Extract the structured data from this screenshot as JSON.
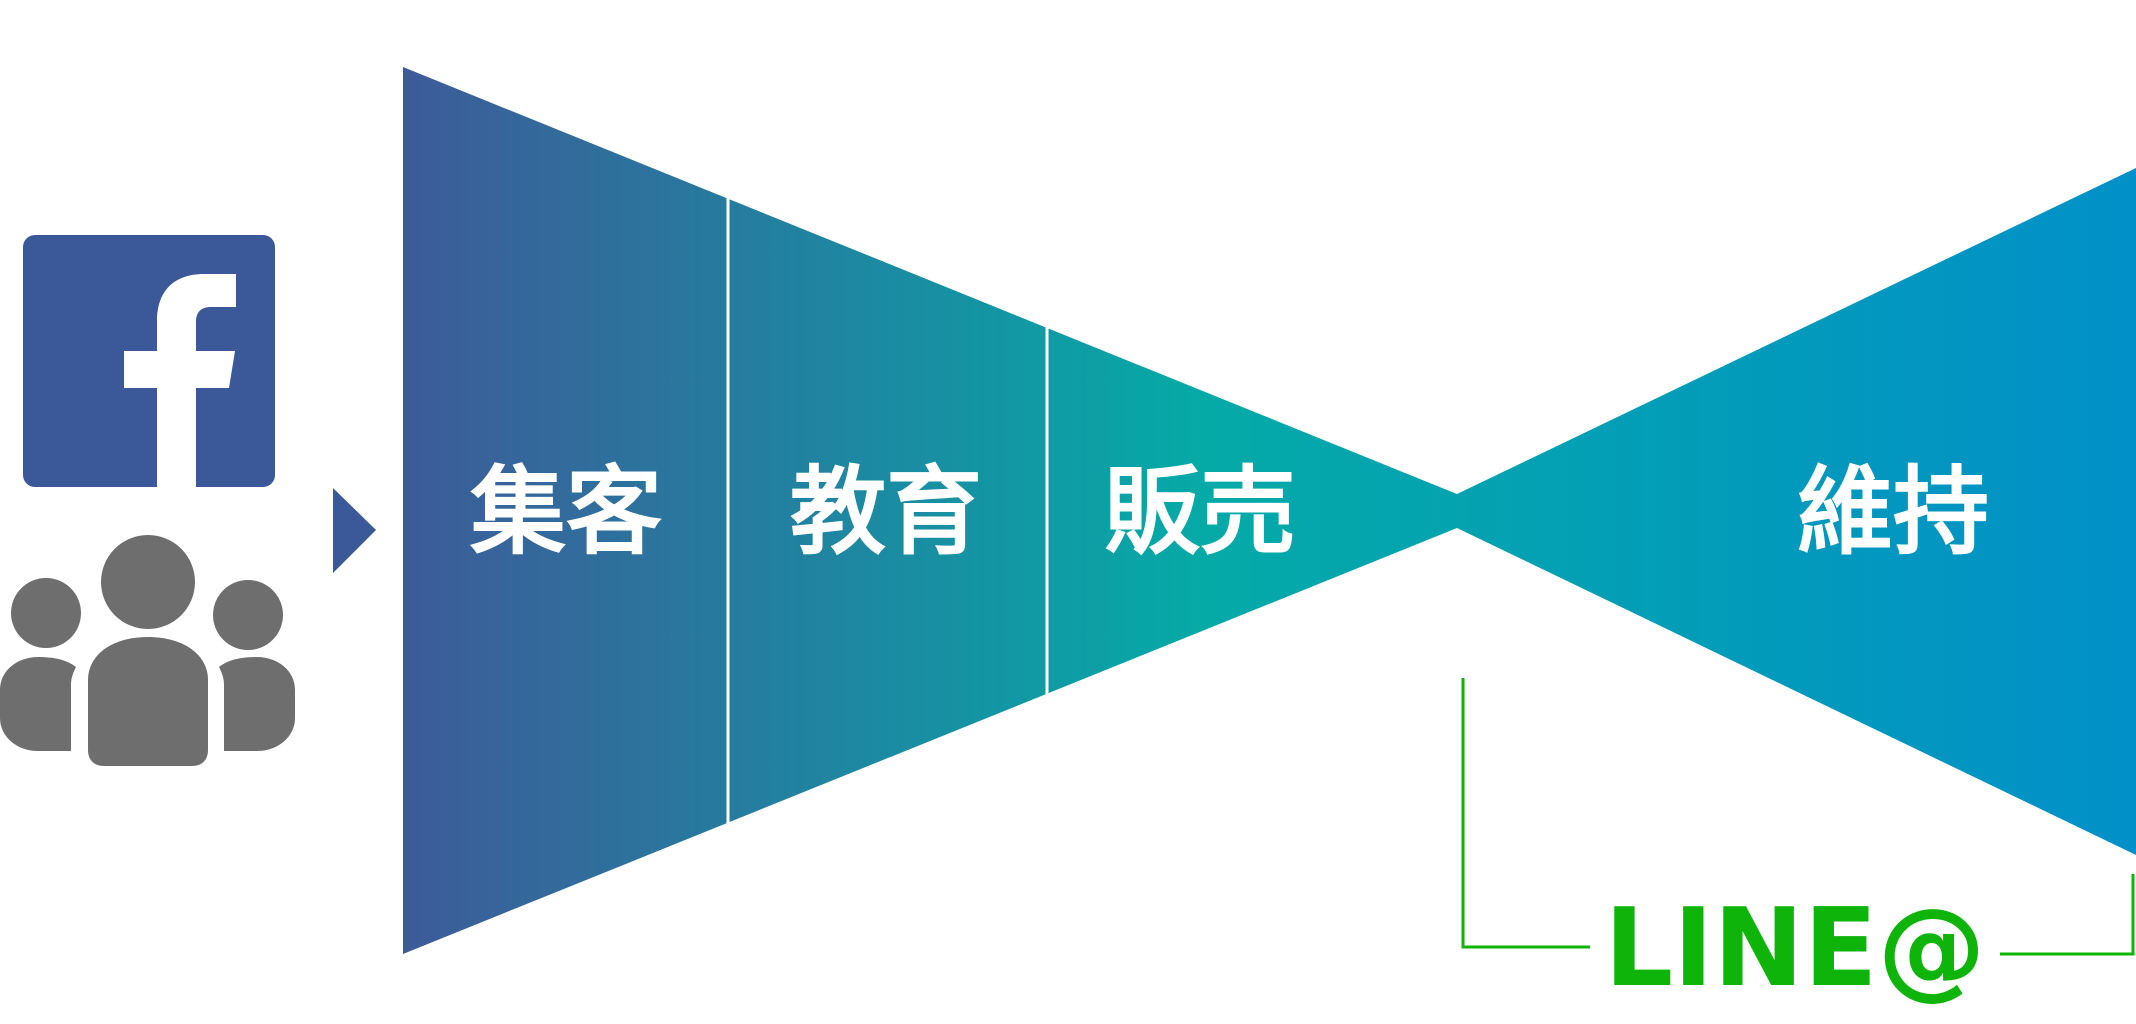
{
  "funnel": {
    "stages": [
      {
        "label": "集客"
      },
      {
        "label": "教育"
      },
      {
        "label": "販売"
      },
      {
        "label": "維持"
      }
    ],
    "gradient": {
      "start_color": "#3d5b99",
      "mid_color": "#05aaa7",
      "end_color": "#0190c8"
    }
  },
  "sources": {
    "facebook_icon": "facebook-logo",
    "facebook_color": "#3b5998",
    "audience_icon": "people-group",
    "audience_color": "#6e6e6e",
    "arrow_color": "#3b5998"
  },
  "line_at": {
    "label": "LINE@",
    "color": "#0fb40a"
  }
}
